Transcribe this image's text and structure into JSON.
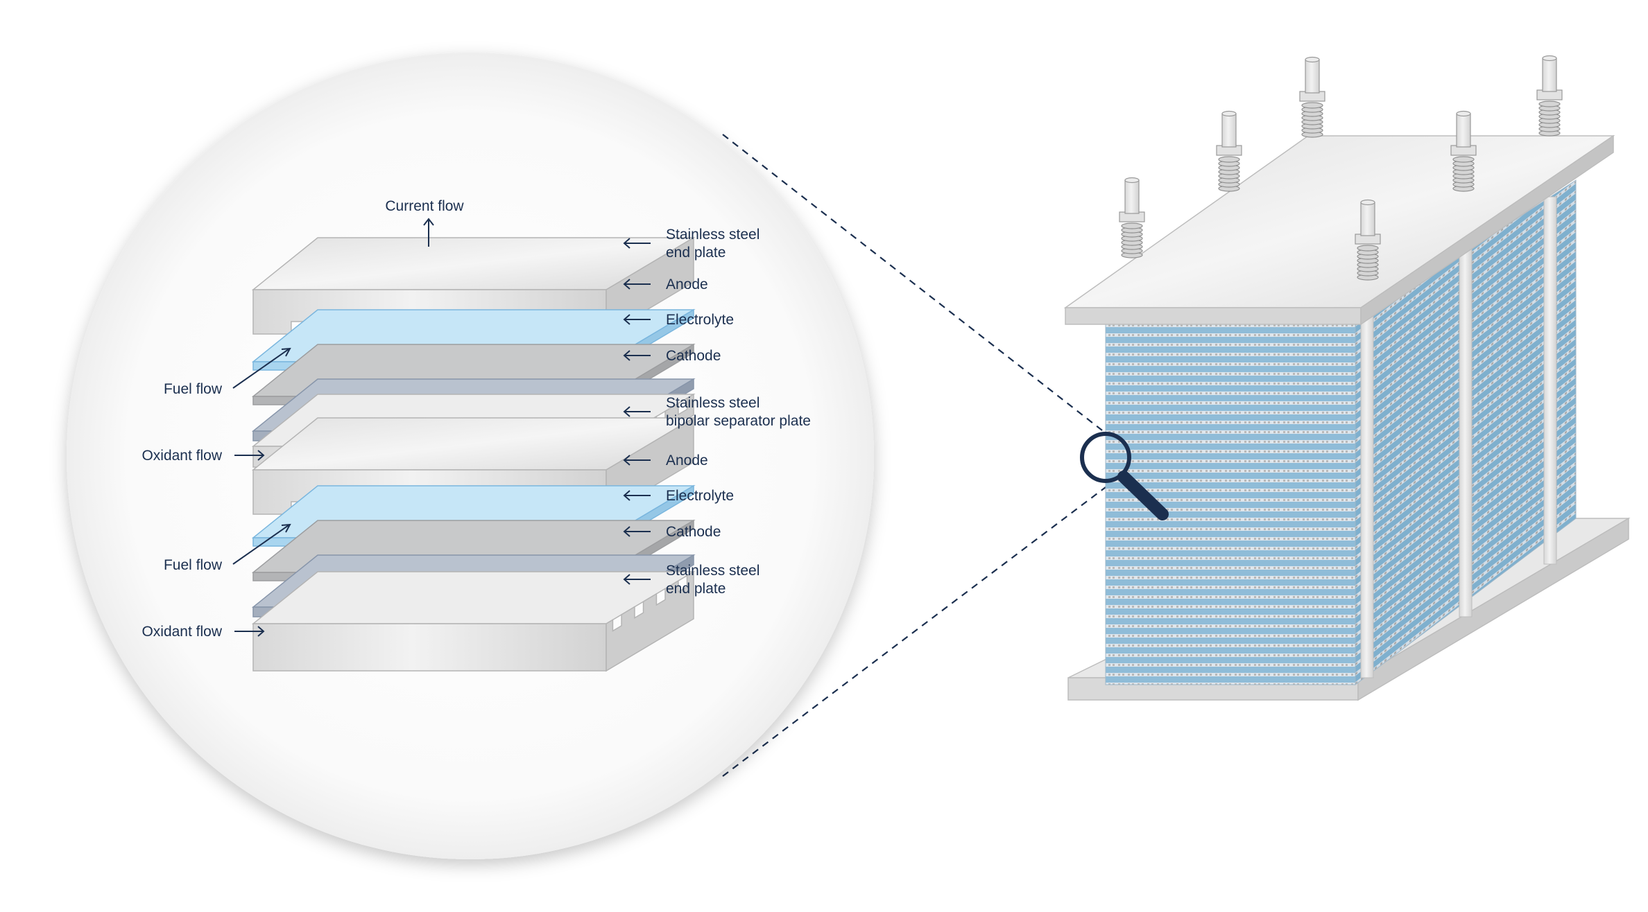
{
  "colors": {
    "label": "#1b2f4f",
    "steel_top": "#e6e6e6",
    "steel_front": "#d6d6d6",
    "steel_side": "#c6c6c6",
    "anode": "#c6e6f7",
    "anode_edge": "#7ab6de",
    "electrolyte": "#c8c9ca",
    "electrolyte_edge": "#9c9d9f",
    "cathode": "#b9c2cf",
    "cathode_edge": "#8795aa",
    "stack_blue": "#8fbcd8",
    "stack_stripe": "#d8e2ea",
    "magnifier": "#1b2f4f"
  },
  "labels": {
    "current_flow": "Current flow",
    "right": [
      {
        "lines": [
          "Stainless steel",
          "end plate"
        ]
      },
      {
        "lines": [
          "Anode"
        ]
      },
      {
        "lines": [
          "Electrolyte"
        ]
      },
      {
        "lines": [
          "Cathode"
        ]
      },
      {
        "lines": [
          "Stainless steel",
          "bipolar separator plate"
        ]
      },
      {
        "lines": [
          "Anode"
        ]
      },
      {
        "lines": [
          "Electrolyte"
        ]
      },
      {
        "lines": [
          "Cathode"
        ]
      },
      {
        "lines": [
          "Stainless steel",
          "end plate"
        ]
      }
    ],
    "left": [
      {
        "text": "Fuel flow"
      },
      {
        "text": "Oxidant flow"
      },
      {
        "text": "Fuel flow"
      },
      {
        "text": "Oxidant flow"
      }
    ]
  },
  "icons": {
    "magnifier": "magnifier-icon",
    "arrow": "left-arrow-icon"
  }
}
